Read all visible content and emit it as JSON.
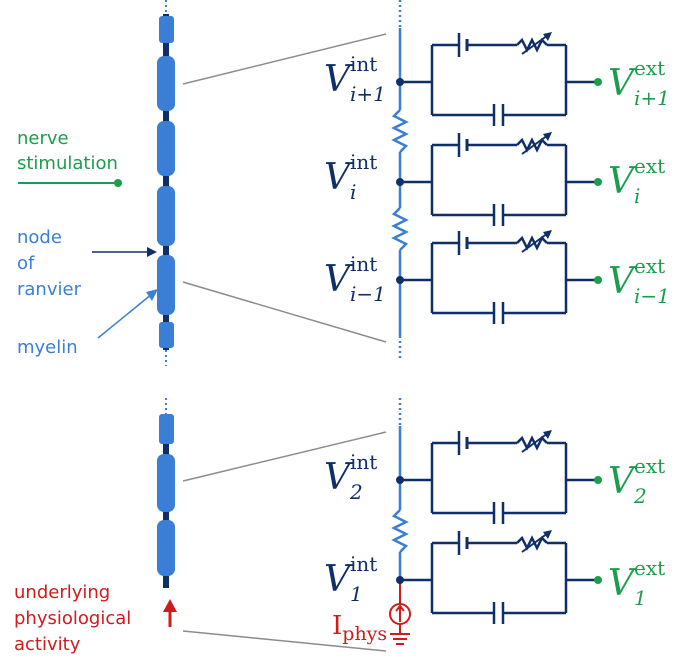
{
  "labels": {
    "nerve_line1": "nerve",
    "nerve_line2": "stimulation",
    "node_line1": "node",
    "node_line2": "of",
    "node_line3": "ranvier",
    "myelin": "myelin",
    "activity_line1": "underlying",
    "activity_line2": "physiological",
    "activity_line3": "activity",
    "current_main": "I",
    "current_sub": "phys"
  },
  "voltages": {
    "int_symbol": "V",
    "int_sup": "int",
    "ext_symbol": "V",
    "ext_sup": "ext",
    "rows": [
      {
        "sub": "i+1"
      },
      {
        "sub": "i"
      },
      {
        "sub": "i−1"
      },
      {
        "sub": "2"
      },
      {
        "sub": "1"
      }
    ]
  },
  "colors": {
    "axon": "#3a7fd5",
    "node": "#0f2f66",
    "circuit": "#0f2f66",
    "stimulation": "#1a9e4b",
    "activity": "#d11a1a",
    "connector": "#8c8c8c"
  }
}
